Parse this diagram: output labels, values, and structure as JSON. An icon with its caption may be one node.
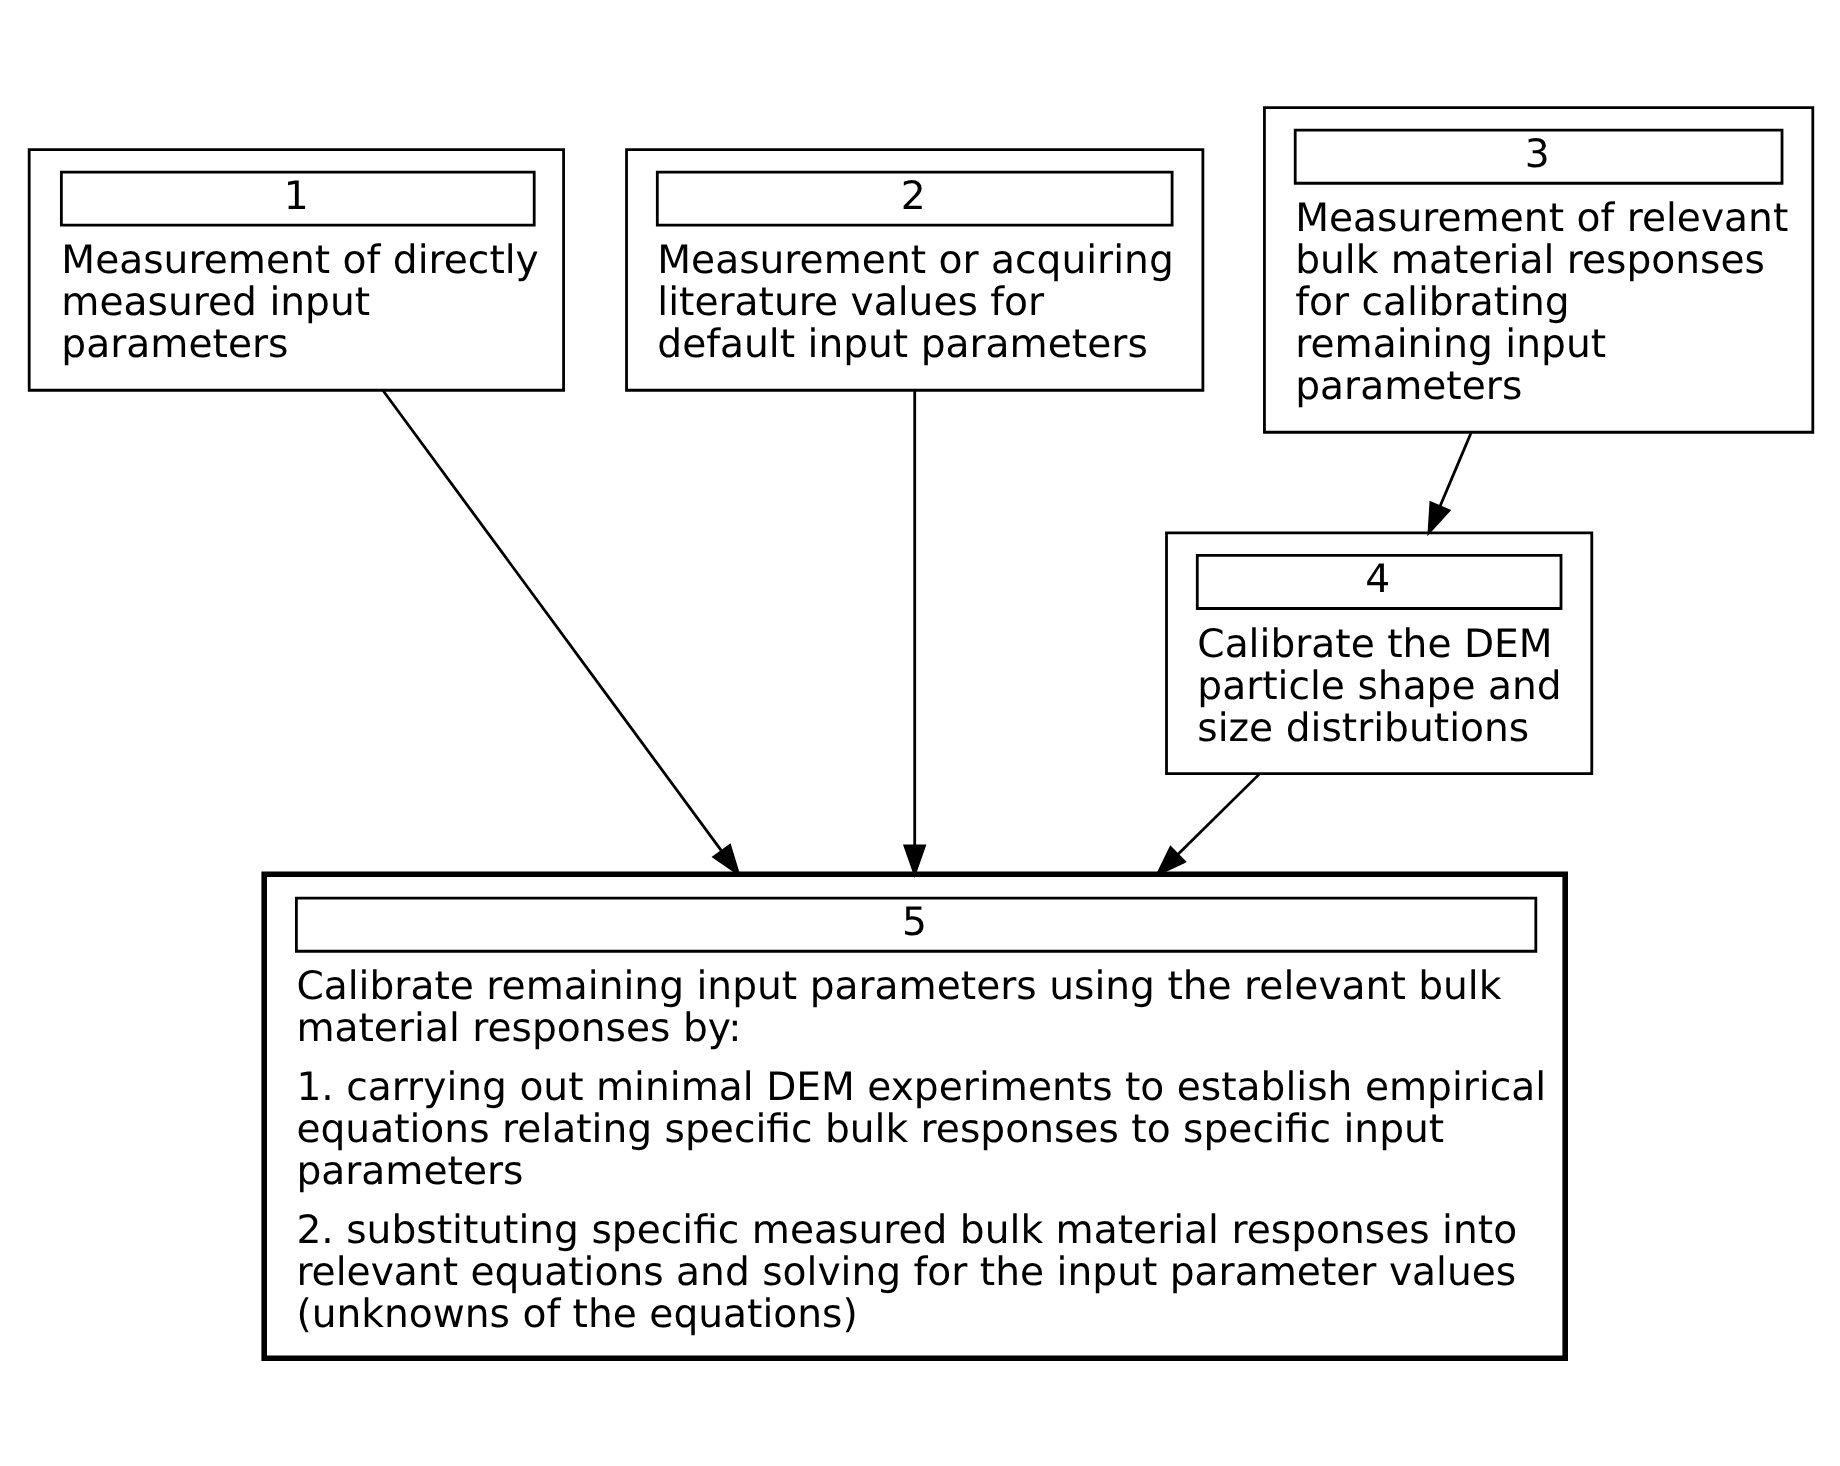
{
  "diagram": {
    "nodes": [
      {
        "text": [
          "1",
          "Measurement of directly measured input parameters"
        ]
      },
      {
        "text": [
          "2",
          "Measurement or acquiring literature values for default input parameters"
        ]
      },
      {
        "text": [
          "3",
          "Measurement of relevant bulk material responses for calibrating remaining input parameters"
        ]
      },
      {
        "text": [
          "4",
          "Calibrate the DEM particle shape and size distributions"
        ]
      },
      {
        "text": [
          "5",
          "Calibrate remaining input parameters using the relevant bulk material responses by:",
          "1. carrying out minimal DEM experiments to establish empirical equations relating specific bulk responses to specific input parameters",
          "2. substituting specific measured bulk material responses into relevant equations and solving for the input parameter values (unknowns of the equations)"
        ]
      }
    ],
    "edges": [
      {
        "from": 0,
        "to": 4,
        "arrow": "to"
      },
      {
        "from": 1,
        "to": 4,
        "arrow": "to"
      },
      {
        "from": 2,
        "to": 3,
        "arrow": "to"
      },
      {
        "from": 3,
        "to": 4,
        "arrow": "to"
      }
    ]
  }
}
